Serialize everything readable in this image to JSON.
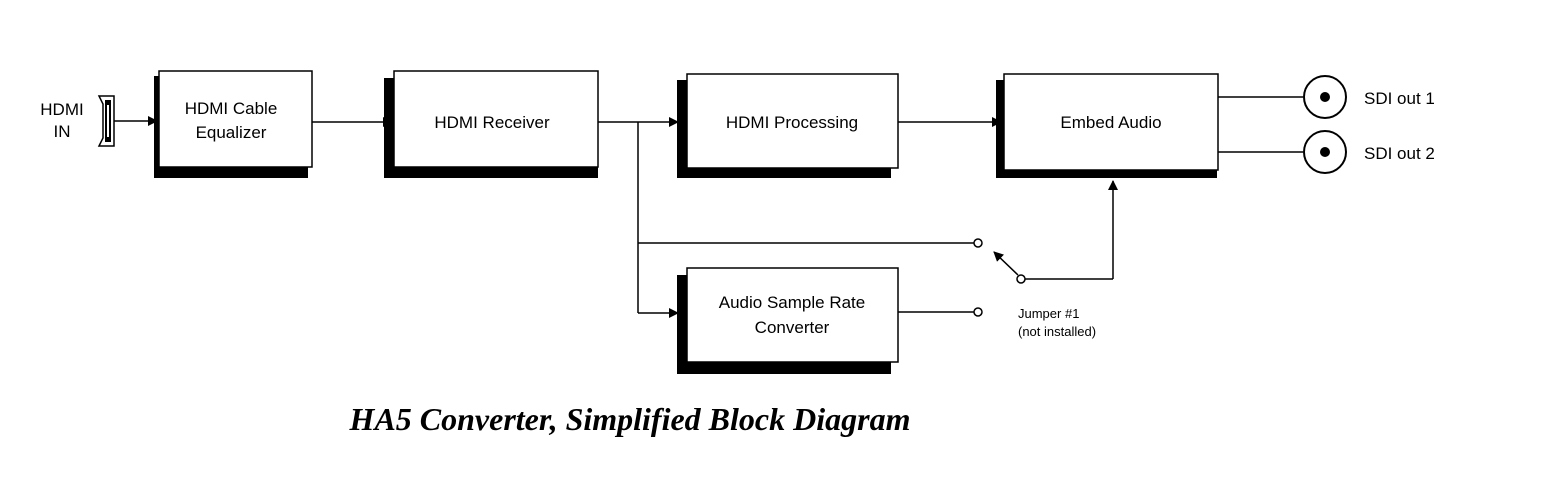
{
  "title": "HA5 Converter, Simplified Block Diagram",
  "input": {
    "label_line1": "HDMI",
    "label_line2": "IN"
  },
  "blocks": {
    "equalizer": {
      "line1": "HDMI Cable",
      "line2": "Equalizer"
    },
    "receiver": {
      "line1": "HDMI Receiver"
    },
    "processing": {
      "line1": "HDMI Processing"
    },
    "embed": {
      "line1": "Embed Audio"
    },
    "src": {
      "line1": "Audio Sample Rate",
      "line2": "Converter"
    }
  },
  "outputs": [
    {
      "label": "SDI out 1"
    },
    {
      "label": "SDI out 2"
    }
  ],
  "jumper": {
    "line1": "Jumper #1",
    "line2": "(not installed)"
  }
}
